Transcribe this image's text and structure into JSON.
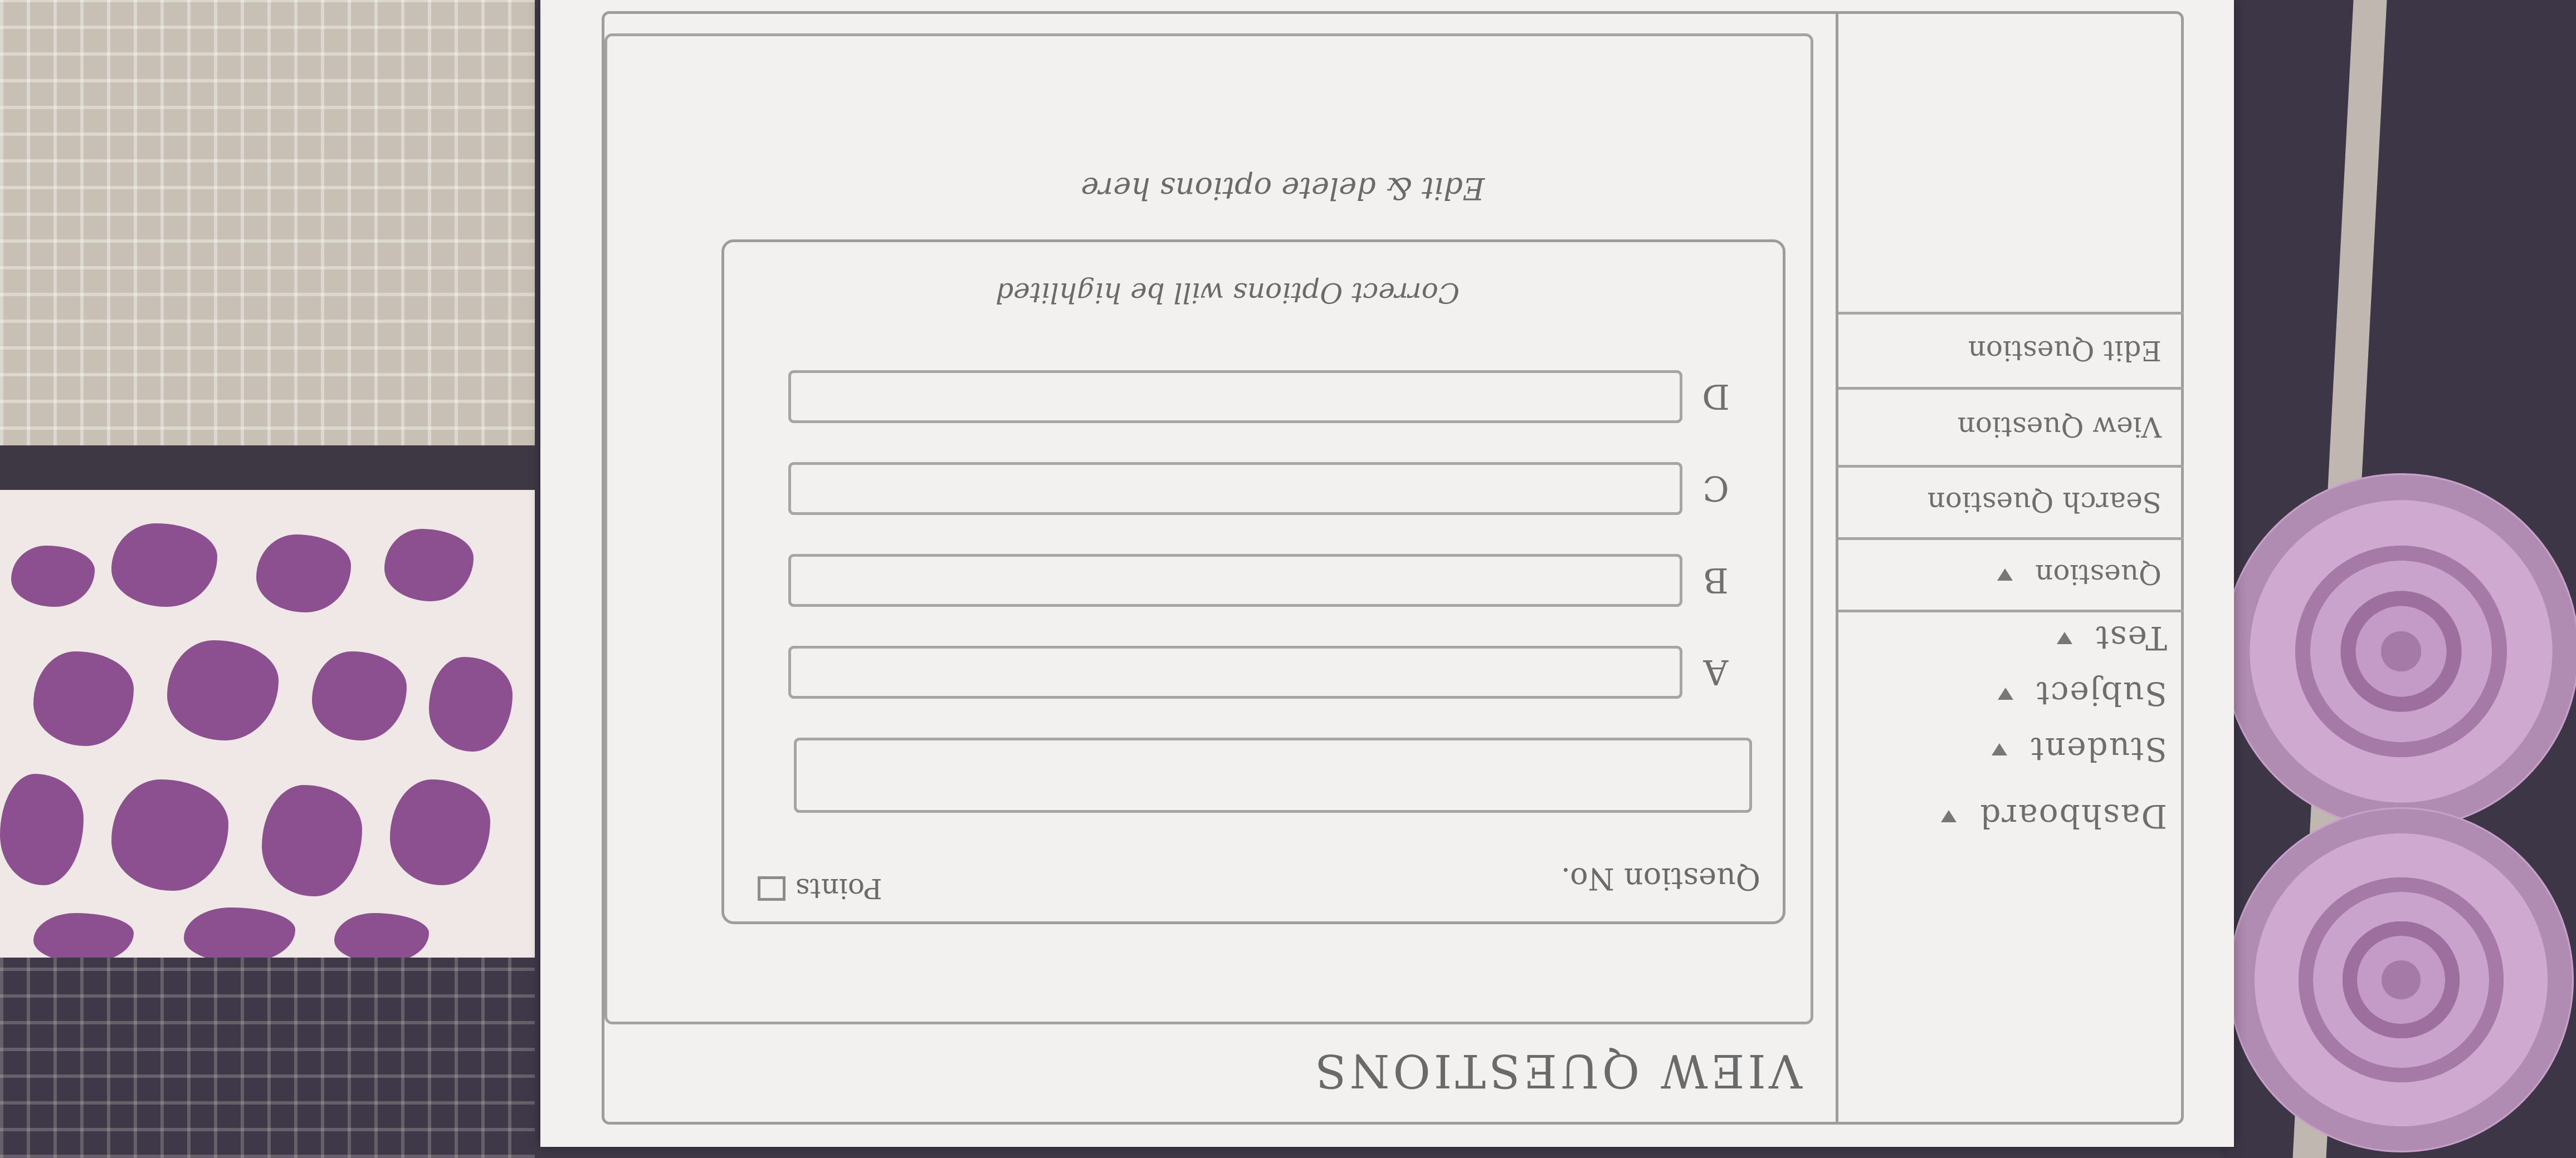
{
  "sidebar": {
    "items": [
      {
        "label": "Dashboard"
      },
      {
        "label": "Student"
      },
      {
        "label": "Subject"
      },
      {
        "label": "Test"
      },
      {
        "label": "Question"
      }
    ],
    "question_submenu": [
      {
        "label": "Search Question"
      },
      {
        "label": "View Question"
      },
      {
        "label": "Edit Question"
      }
    ]
  },
  "main": {
    "title": "VIEW QUESTIONS",
    "question_no_label": "Question No.",
    "points_label": "Points",
    "options": [
      {
        "letter": "A"
      },
      {
        "letter": "B"
      },
      {
        "letter": "C"
      },
      {
        "letter": "D"
      }
    ],
    "correct_hint": "Correct Options will be highlited",
    "edit_note": "Edit & delete options here"
  }
}
